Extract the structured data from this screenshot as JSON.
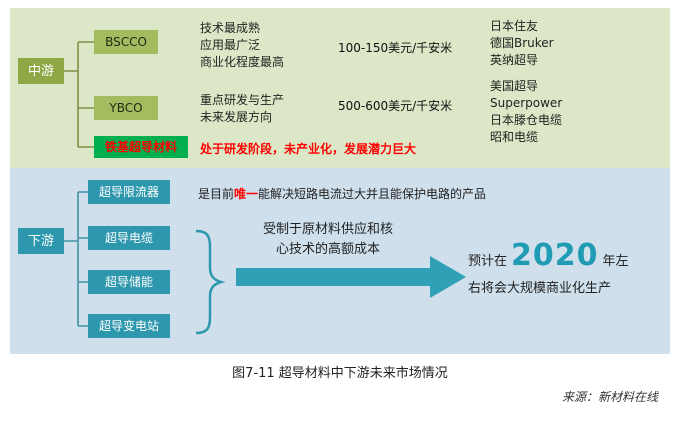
{
  "colors": {
    "midstream_bg": "#dbe7c6",
    "downstream_bg": "#cfdfec",
    "midstream_node": "#8fa846",
    "branch_node": "#a4bc60",
    "iron_node_green": "#00b050",
    "teal_node": "#2d97ad",
    "arrow_teal": "#2fa0b5",
    "highlight_red": "#ff0000",
    "year_teal": "#1f9cb4"
  },
  "midstream": {
    "label": "中游",
    "branches": [
      {
        "label": "BSCCO",
        "desc": [
          "技术最成熟",
          "应用最广泛",
          "商业化程度最高"
        ],
        "price": "100-150美元/千安米",
        "companies": [
          "日本住友",
          "德国Bruker",
          "英纳超导"
        ]
      },
      {
        "label": "YBCO",
        "desc": [
          "重点研发与生产",
          "未来发展方向"
        ],
        "price": "500-600美元/千安米",
        "companies": [
          "美国超导",
          "Superpower",
          "日本滕仓电缆",
          "昭和电缆"
        ]
      },
      {
        "label": "铁基超导材料",
        "note": "处于研发阶段，未产业化，发展潜力巨大"
      }
    ]
  },
  "downstream": {
    "label": "下游",
    "items": [
      "超导限流器",
      "超导电缆",
      "超导储能",
      "超导变电站"
    ],
    "limiter_note": {
      "prefix": "是目前",
      "highlight": "唯一",
      "suffix": "能解决短路电流过大并且能保护电路的产品"
    },
    "constraint": [
      "受制于原材料供应和核",
      "心技术的高额成本"
    ],
    "forecast": {
      "prefix": "预计在",
      "year": "2020",
      "mid": "年左",
      "line2": "右将会大规模商业化生产"
    }
  },
  "caption": "图7-11  超导材料中下游未来市场情况",
  "source": "来源：新材料在线"
}
